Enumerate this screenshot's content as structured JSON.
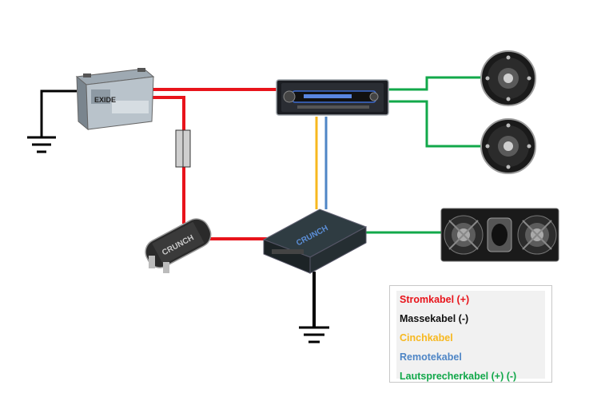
{
  "colors": {
    "power": "#e8141b",
    "ground": "#000000",
    "rca": "#f7b81f",
    "remote": "#4f86c6",
    "speaker": "#12a84a",
    "fuse": "#cfcfcf"
  },
  "components": {
    "battery_label": "EXIDE",
    "amplifier_label": "CRUNCH",
    "capacitor_label": "CRUNCH"
  },
  "legend": {
    "items": [
      {
        "label": "Stromkabel (+)",
        "color": "#e8141b"
      },
      {
        "label": "Massekabel (-)",
        "color": "#111111"
      },
      {
        "label": "Cinchkabel",
        "color": "#f7b81f"
      },
      {
        "label": "Remotekabel",
        "color": "#4f86c6"
      },
      {
        "label": "Lautsprecherkabel (+) (-)",
        "color": "#12a84a"
      }
    ]
  }
}
